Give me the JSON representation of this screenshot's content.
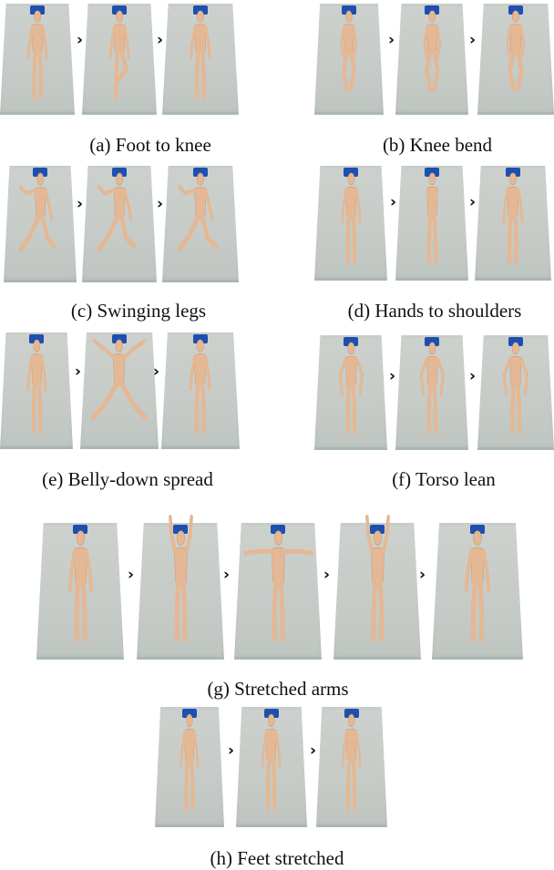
{
  "captions": {
    "a": "(a) Foot to knee",
    "b": "(b) Knee bend",
    "c": "(c) Swinging legs",
    "d": "(d) Hands to shoulders",
    "e": "(e) Belly-down spread",
    "f": "(f) Torso lean",
    "g": "(g) Stretched arms",
    "h": "(h) Feet stretched"
  },
  "arrow_glyph": "›",
  "colors": {
    "mat": "#c9cdca",
    "mat_edge": "#a9b7b6",
    "pillow": "#1d4fb0",
    "skin": "#e4b894",
    "skin_shadow": "#c9926b",
    "text": "#111111"
  }
}
